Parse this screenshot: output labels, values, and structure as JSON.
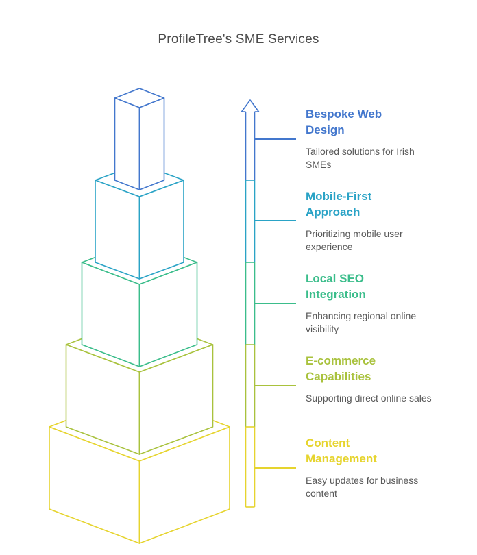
{
  "title": "ProfileTree's SME Services",
  "colors": {
    "title_text": "#4c4c4c",
    "description_text": "#595959",
    "background": "#ffffff"
  },
  "arrow": {
    "direction": "up",
    "style": "outlined-gradient-segments"
  },
  "items": [
    {
      "heading": "Bespoke Web Design",
      "description": "Tailored solutions for Irish SMEs",
      "color": "#4377cd"
    },
    {
      "heading": "Mobile-First Approach",
      "description": "Prioritizing mobile user experience",
      "color": "#2aa3c6"
    },
    {
      "heading": "Local SEO Integration",
      "description": "Enhancing regional online visibility",
      "color": "#3bbd8b"
    },
    {
      "heading": "E-commerce Capabilities",
      "description": "Supporting direct online sales",
      "color": "#a9c23d"
    },
    {
      "heading": "Content Management",
      "description": "Easy updates for business content",
      "color": "#e6d42e"
    }
  ]
}
